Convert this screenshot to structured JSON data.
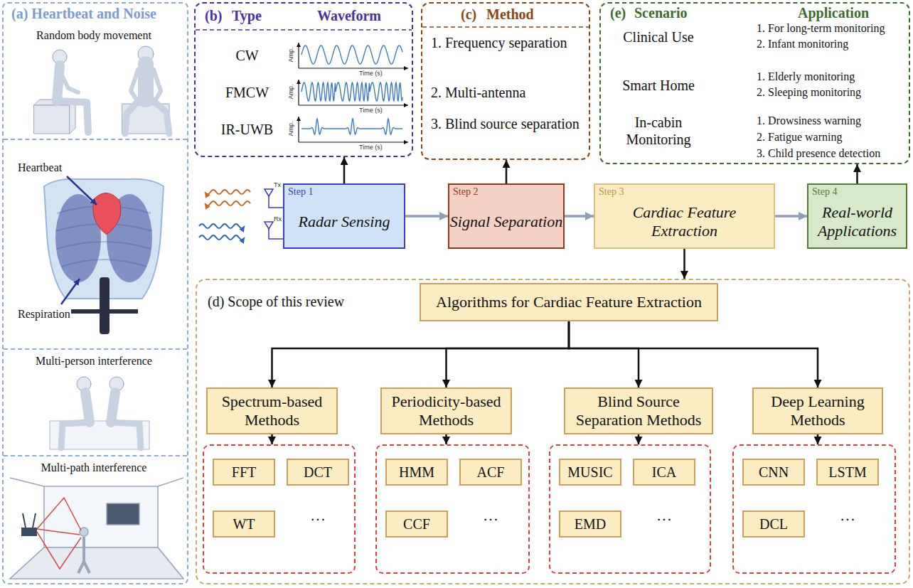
{
  "diagram": {
    "nodes": [
      {
        "text": [
          "(a) Heartbeat and Noise"
        ]
      },
      {
        "text": [
          "Random body movement"
        ],
        "in": 0
      },
      {
        "text": [
          "Heartbeat",
          "Respiration"
        ],
        "in": 0
      },
      {
        "text": [
          "Multi-person interference"
        ],
        "in": 0
      },
      {
        "text": [
          "Multi-path interference"
        ],
        "in": 0
      },
      {
        "text": [
          "(b)",
          "Type",
          "Waveform",
          "CW",
          "FMCW",
          "IR-UWB"
        ]
      },
      {
        "text": [
          "(c)",
          "Method",
          "1. Frequency separation",
          "2. Multi-antenna",
          "3. Blind source separation"
        ]
      },
      {
        "text": [
          "(e)",
          "Scenario",
          "Application",
          "Clinical Use",
          "1. For long-term monitoring",
          "2. Infant monitoring",
          "Smart Home",
          "1. Elderly monitoring",
          "2. Sleeping monitoring",
          "In-cabin Monitoring",
          "1. Drowsiness warning",
          "2. Fatigue warning",
          "3. Child presence detection"
        ]
      },
      {
        "text": [
          "Step 1",
          "Radar Sensing"
        ]
      },
      {
        "text": [
          "Step 2",
          "Signal Separation"
        ]
      },
      {
        "text": [
          "Step 3",
          "Cardiac Feature Extraction"
        ]
      },
      {
        "text": [
          "Step 4",
          "Real-world Applications"
        ]
      },
      {
        "text": [
          "(d) Scope of this review"
        ]
      },
      {
        "text": [
          "Algorithms for Cardiac Feature Extraction"
        ],
        "in": 12
      },
      {
        "text": [
          "Spectrum-based Methods"
        ],
        "in": 12
      },
      {
        "text": [
          "Periodicity-based Methods"
        ],
        "in": 12
      },
      {
        "text": [
          "Blind Source Separation Methods"
        ],
        "in": 12
      },
      {
        "text": [
          "Deep Learning Methods"
        ],
        "in": 12
      },
      {
        "text": [
          "···"
        ],
        "in": 12
      },
      {
        "text": [
          "FFT"
        ],
        "in": 18
      },
      {
        "text": [
          "DCT"
        ],
        "in": 18
      },
      {
        "text": [
          "WT"
        ],
        "in": 18
      },
      {
        "text": [
          "···"
        ],
        "in": 12
      },
      {
        "text": [
          "HMM"
        ],
        "in": 22
      },
      {
        "text": [
          "ACF"
        ],
        "in": 22
      },
      {
        "text": [
          "CCF"
        ],
        "in": 22
      },
      {
        "text": [
          "···"
        ],
        "in": 12
      },
      {
        "text": [
          "MUSIC"
        ],
        "in": 26
      },
      {
        "text": [
          "ICA"
        ],
        "in": 26
      },
      {
        "text": [
          "EMD"
        ],
        "in": 26
      },
      {
        "text": [
          "···"
        ],
        "in": 12
      },
      {
        "text": [
          "CNN"
        ],
        "in": 30
      },
      {
        "text": [
          "LSTM"
        ],
        "in": 30
      },
      {
        "text": [
          "DCL"
        ],
        "in": 30
      }
    ],
    "edges": [
      {
        "from": 8,
        "to": 9,
        "arrow": "to"
      },
      {
        "from": 9,
        "to": 10,
        "arrow": "to"
      },
      {
        "from": 10,
        "to": 11,
        "arrow": "to"
      },
      {
        "from": 8,
        "to": 5,
        "arrow": "to"
      },
      {
        "from": 9,
        "to": 6,
        "arrow": "to"
      },
      {
        "from": 11,
        "to": 7,
        "arrow": "to"
      },
      {
        "from": 10,
        "to": 12,
        "arrow": "to"
      },
      {
        "from": 13,
        "to": 14,
        "arrow": "to"
      },
      {
        "from": 13,
        "to": 15,
        "arrow": "to"
      },
      {
        "from": 13,
        "to": 16,
        "arrow": "to"
      },
      {
        "from": 13,
        "to": 17,
        "arrow": "to"
      },
      {
        "from": 14,
        "to": 18,
        "arrow": "to"
      },
      {
        "from": 15,
        "to": 22,
        "arrow": "to"
      },
      {
        "from": 16,
        "to": 26,
        "arrow": "to"
      },
      {
        "from": 17,
        "to": 30,
        "arrow": "to"
      }
    ],
    "labels": [
      "Tx",
      "Rx",
      "Amp.",
      "Time (s)",
      "Amp.",
      "Time (s)",
      "Amp.",
      "Time (s)"
    ]
  }
}
